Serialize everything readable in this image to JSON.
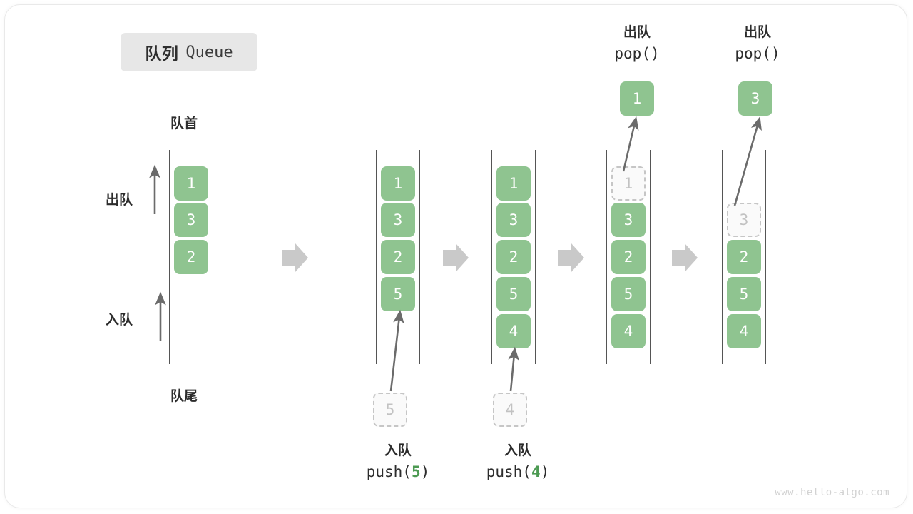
{
  "title": {
    "cn": "队列",
    "en": "Queue"
  },
  "labels": {
    "front": "队首",
    "rear": "队尾",
    "dequeue": "出队",
    "enqueue": "入队"
  },
  "colors": {
    "cell_fill": "#8fc490",
    "cell_text": "#ffffff",
    "ghost_border": "#c6c6c6",
    "ghost_text": "#c2c2c2",
    "arrow": "#6b6b6b",
    "separator": "#c9c9c9",
    "badge_bg": "#e7e7e7",
    "code_accent": "#4c9a52"
  },
  "columns": [
    {
      "name": "initial-queue",
      "cells": [
        {
          "value": "1",
          "state": "filled"
        },
        {
          "value": "3",
          "state": "filled"
        },
        {
          "value": "2",
          "state": "filled"
        }
      ]
    },
    {
      "name": "after-push-5",
      "cells": [
        {
          "value": "1",
          "state": "filled"
        },
        {
          "value": "3",
          "state": "filled"
        },
        {
          "value": "2",
          "state": "filled"
        },
        {
          "value": "5",
          "state": "filled"
        }
      ]
    },
    {
      "name": "after-push-4",
      "cells": [
        {
          "value": "1",
          "state": "filled"
        },
        {
          "value": "3",
          "state": "filled"
        },
        {
          "value": "2",
          "state": "filled"
        },
        {
          "value": "5",
          "state": "filled"
        },
        {
          "value": "4",
          "state": "filled"
        }
      ]
    },
    {
      "name": "after-pop-1",
      "cells": [
        {
          "value": "1",
          "state": "ghost"
        },
        {
          "value": "3",
          "state": "filled"
        },
        {
          "value": "2",
          "state": "filled"
        },
        {
          "value": "5",
          "state": "filled"
        },
        {
          "value": "4",
          "state": "filled"
        }
      ]
    },
    {
      "name": "after-pop-3",
      "cells": [
        {
          "value": "",
          "state": "empty"
        },
        {
          "value": "3",
          "state": "ghost"
        },
        {
          "value": "2",
          "state": "filled"
        },
        {
          "value": "5",
          "state": "filled"
        },
        {
          "value": "4",
          "state": "filled"
        }
      ]
    }
  ],
  "operations": {
    "push_5": {
      "cn": "入队",
      "code_prefix": "push(",
      "code_value": "5",
      "code_suffix": ")",
      "ghost_value": "5"
    },
    "push_4": {
      "cn": "入队",
      "code_prefix": "push(",
      "code_value": "4",
      "code_suffix": ")",
      "ghost_value": "4"
    },
    "pop_1": {
      "cn": "出队",
      "code": "pop()",
      "popped_value": "1"
    },
    "pop_3": {
      "cn": "出队",
      "code": "pop()",
      "popped_value": "3"
    }
  },
  "watermark": "www.hello-algo.com"
}
